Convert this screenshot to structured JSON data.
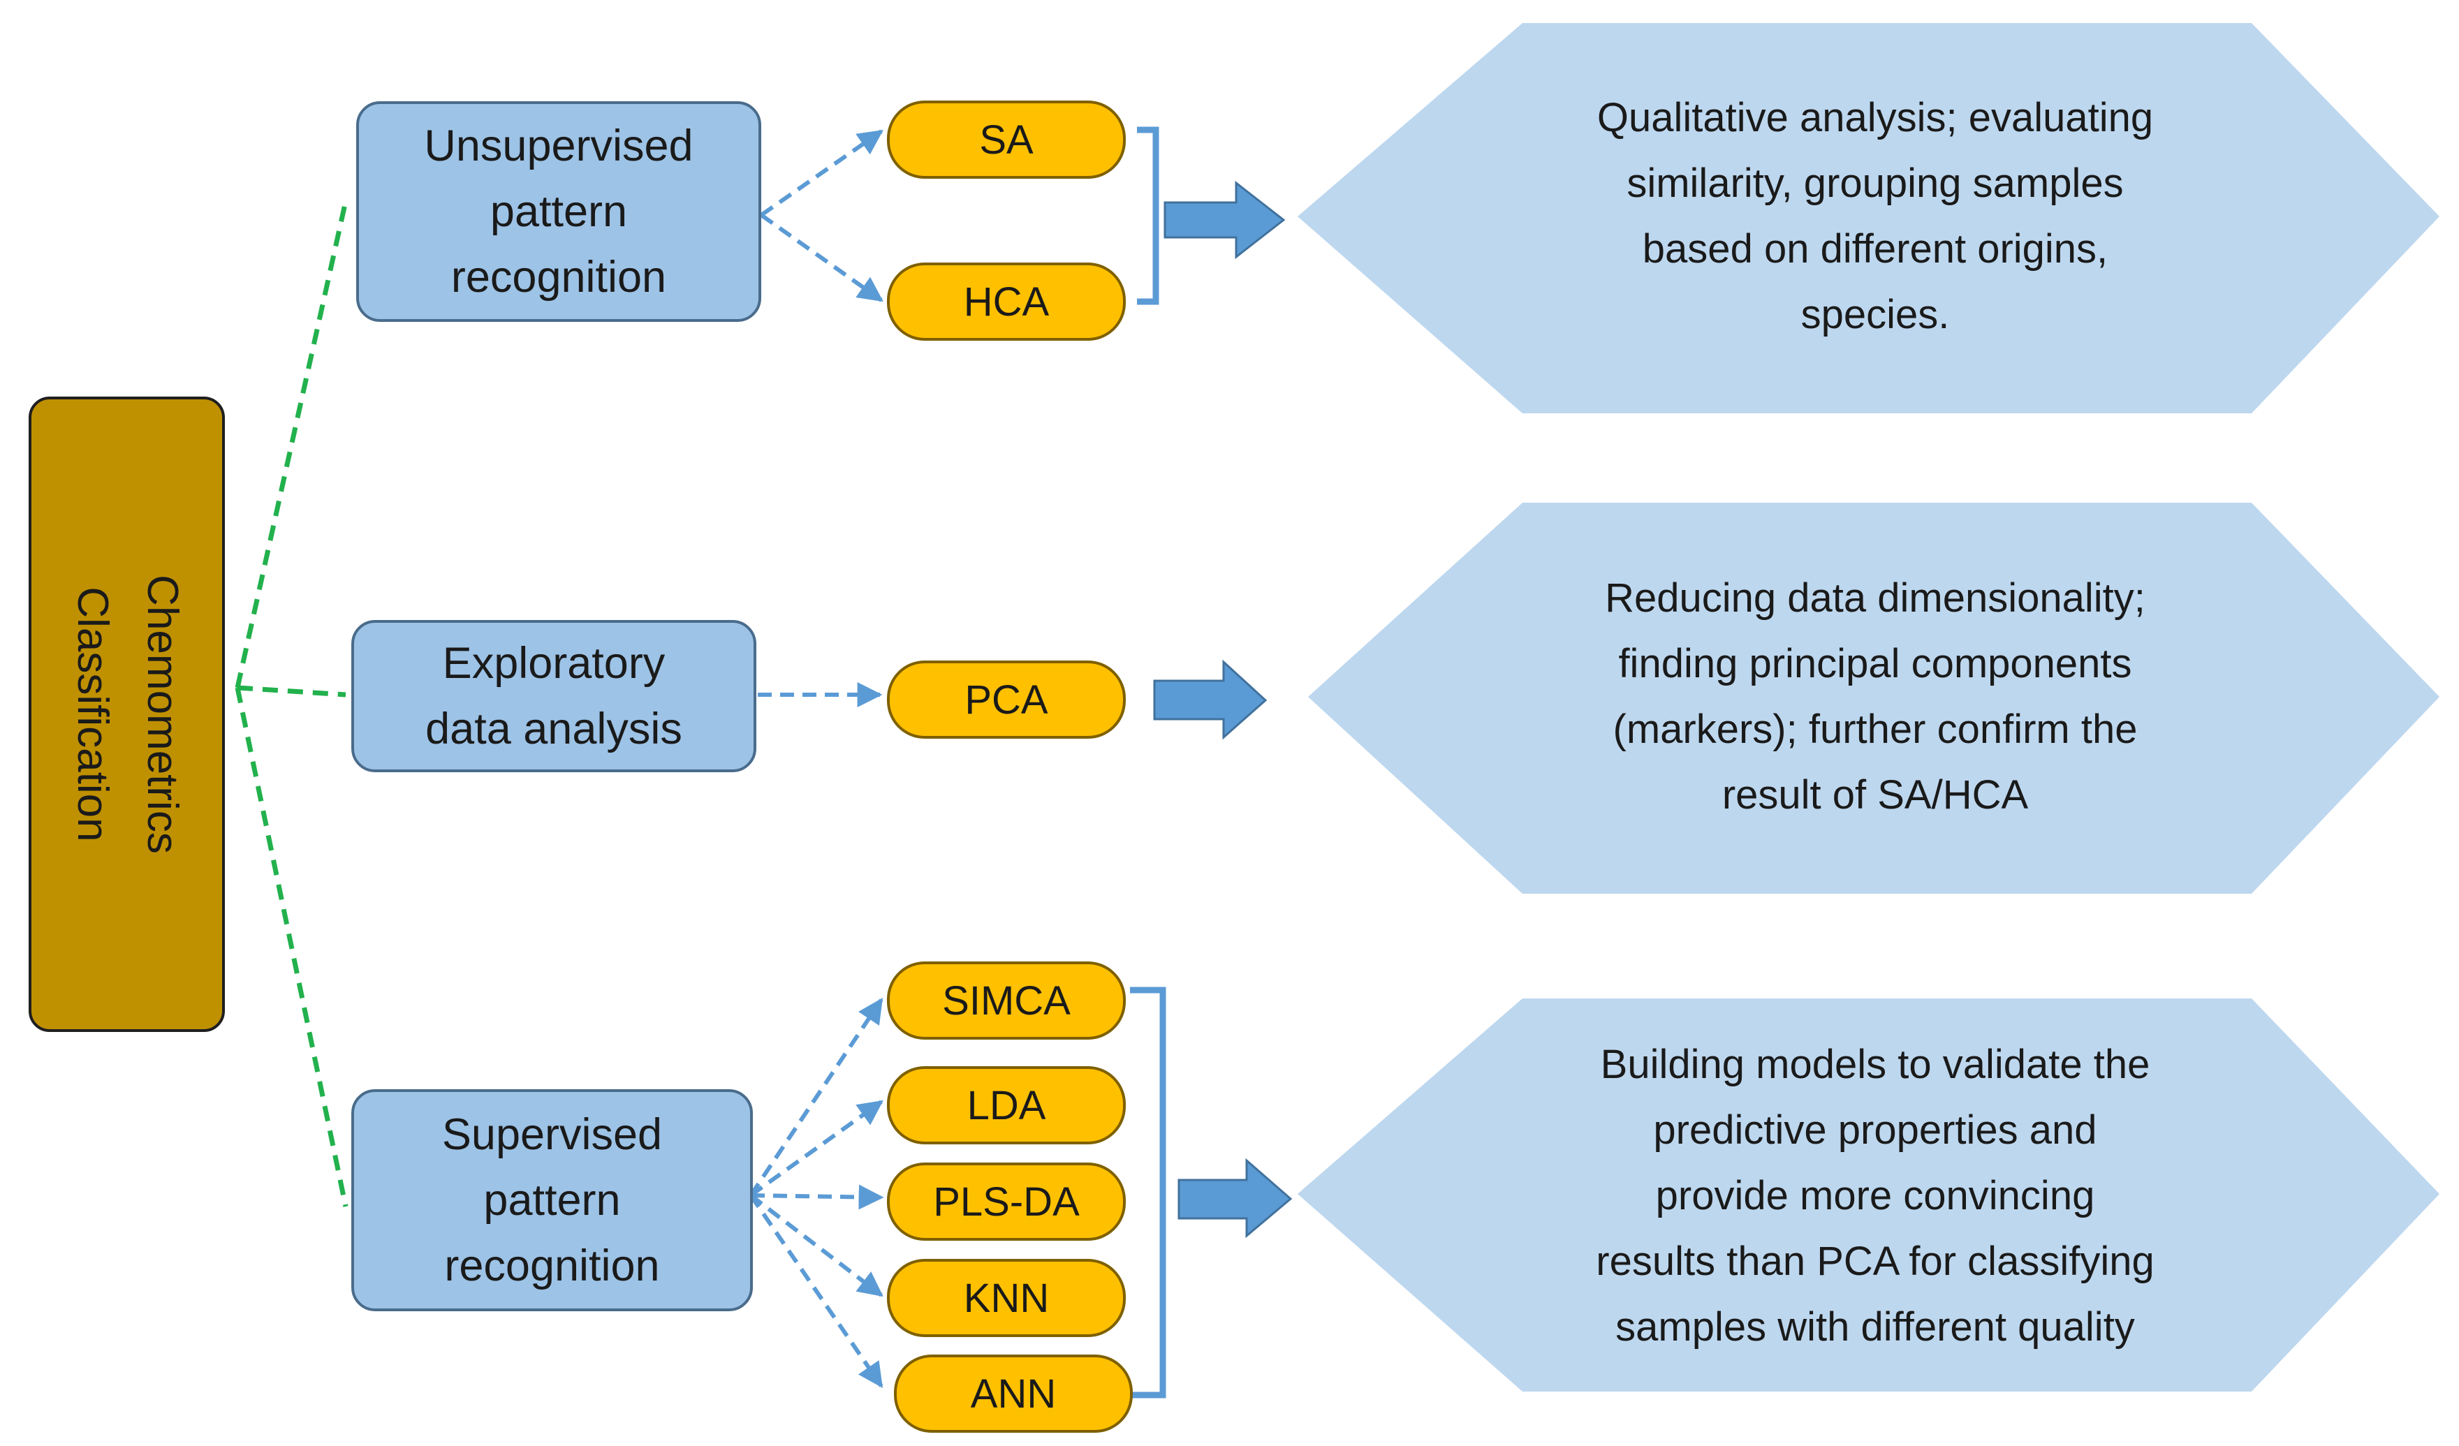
{
  "root": {
    "line1": "Chemometrics",
    "line2": "Classification"
  },
  "categories": {
    "unsupervised": {
      "lines": [
        "Unsupervised",
        "pattern",
        "recognition"
      ]
    },
    "exploratory": {
      "lines": [
        "Exploratory",
        "data analysis"
      ]
    },
    "supervised": {
      "lines": [
        "Supervised",
        "pattern",
        "recognition"
      ]
    }
  },
  "methods": {
    "sa": "SA",
    "hca": "HCA",
    "pca": "PCA",
    "simca": "SIMCA",
    "lda": "LDA",
    "plsda": "PLS-DA",
    "knn": "KNN",
    "ann": "ANN"
  },
  "results": {
    "unsupervised": {
      "lines": [
        "Qualitative analysis; evaluating",
        "similarity, grouping samples",
        "based on different origins,",
        "species."
      ]
    },
    "exploratory": {
      "lines": [
        "Reducing data dimensionality;",
        "finding principal components",
        "(markers); further confirm the",
        "result of SA/HCA"
      ]
    },
    "supervised": {
      "lines": [
        "Building models to validate the",
        "predictive properties and",
        "provide more convincing",
        "results than PCA for classifying",
        "samples with different quality"
      ]
    }
  },
  "colors": {
    "root_fill": "#bf9000",
    "category_fill": "#9dc3e6",
    "method_fill": "#ffc000",
    "result_fill": "#bdd7ee",
    "block_arrow": "#5b9bd5",
    "dashed_green": "#22b14c",
    "dashed_blue": "#5b9bd5"
  }
}
